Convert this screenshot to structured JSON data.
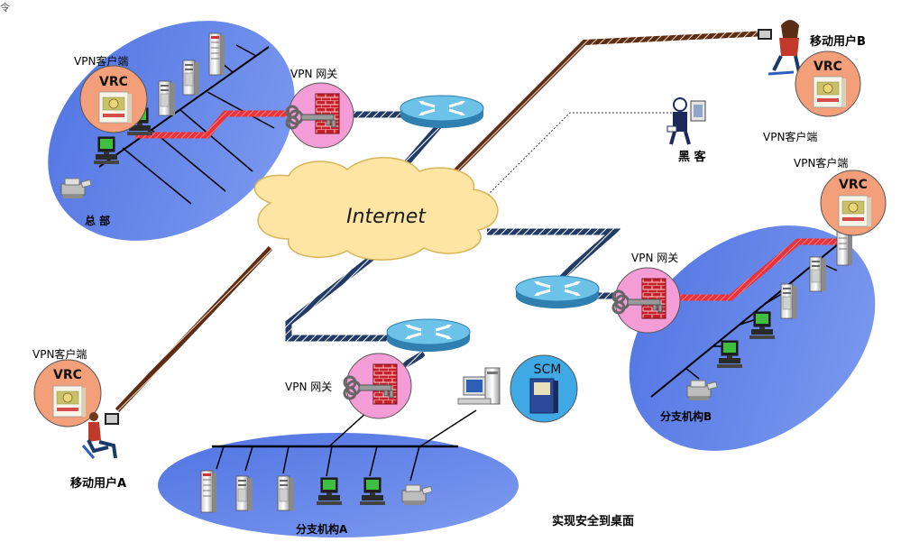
{
  "labels": {
    "hq": "总 部",
    "branch_a": "分支机构A",
    "branch_b": "分支机构B",
    "mobile_a": "移动用户A",
    "mobile_b": "移动用户B",
    "hacker": "黑 客",
    "internet": "Internet",
    "scm": "SCM",
    "slogan": "实现安全到桌面",
    "vrc": "VRC",
    "vpn_client": "VPN客户端",
    "vpn_gateway": "VPN 网关",
    "corner_mark": "令"
  },
  "colors": {
    "lan_ellipse": "#5b7fe6",
    "vrc_circle": "#f3a07a",
    "gateway_circle": "#f49cd6",
    "router": "#55aedc",
    "cloud": "#ffe5a3",
    "tunnel_red": "#e8323c",
    "wan_dark": "#1a2c4f",
    "mobile_link": "#5a2d14"
  }
}
